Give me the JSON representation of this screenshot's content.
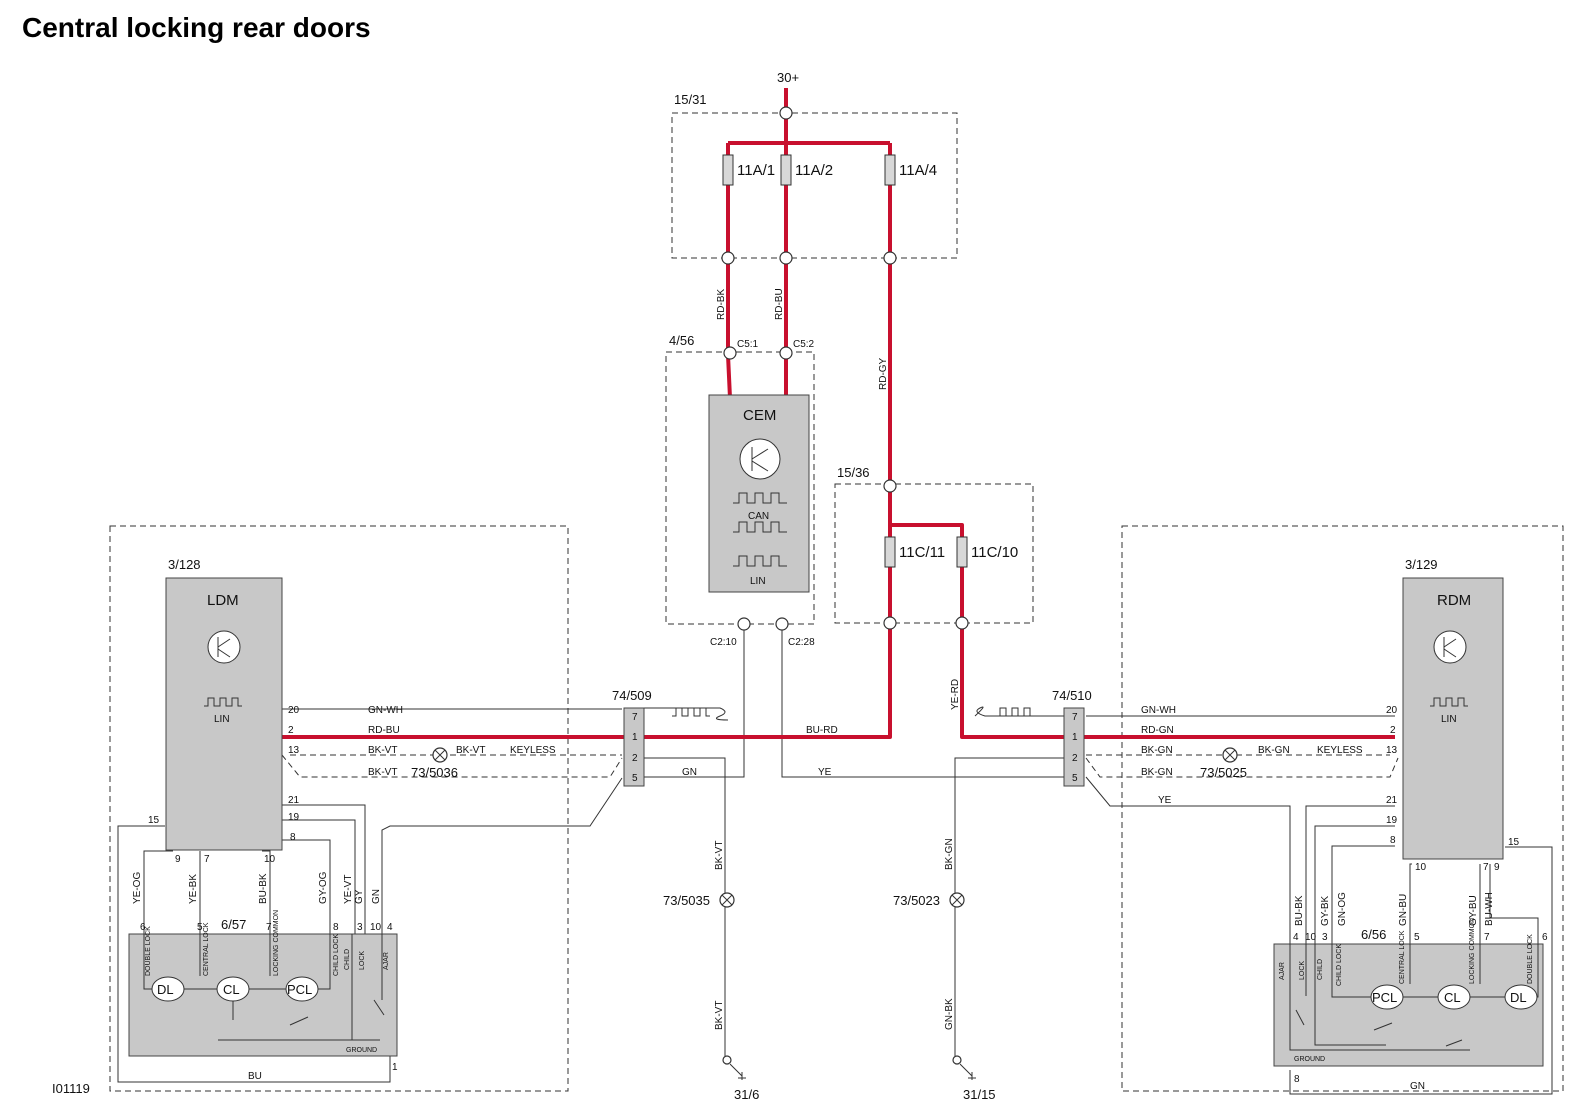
{
  "title": "Central locking rear doors",
  "diagram_id": "I01119",
  "supply": {
    "label": "30+",
    "box": "15/31",
    "fuses": [
      "11A/1",
      "11A/2",
      "11A/4"
    ]
  },
  "cem": {
    "box": "4/56",
    "name": "CEM",
    "can": "CAN",
    "lin": "LIN",
    "pins": [
      "C5:1",
      "C5:2",
      "C2:10",
      "C2:28"
    ]
  },
  "fusebox2": {
    "box": "15/36",
    "fuses": [
      "11C/11",
      "11C/10"
    ]
  },
  "ldm": {
    "box": "3/128",
    "name": "LDM",
    "lin": "LIN",
    "pins": [
      "20",
      "2",
      "13",
      "21",
      "19",
      "8",
      "15",
      "9",
      "7",
      "10"
    ]
  },
  "rdm": {
    "box": "3/129",
    "name": "RDM",
    "lin": "LIN",
    "pins": [
      "20",
      "2",
      "13",
      "21",
      "19",
      "8",
      "15",
      "10",
      "7",
      "9"
    ]
  },
  "connector_left": {
    "name": "74/509",
    "pins": [
      "7",
      "1",
      "2",
      "5"
    ]
  },
  "connector_right": {
    "name": "74/510",
    "pins": [
      "7",
      "1",
      "2",
      "5"
    ]
  },
  "wires": {
    "rd_bk": "RD-BK",
    "rd_bu": "RD-BU",
    "rd_gy": "RD-GY",
    "bu_rd": "BU-RD",
    "ye_rd": "YE-RD",
    "gn_wh": "GN-WH",
    "rd_gn": "RD-GN",
    "bk_vt": "BK-VT",
    "bk_gn": "BK-GN",
    "gn": "GN",
    "ye": "YE",
    "ye_og": "YE-OG",
    "ye_bk": "YE-BK",
    "bu_bk": "BU-BK",
    "gy_og": "GY-OG",
    "ye_vt": "YE-VT",
    "gy": "GY",
    "bu": "BU",
    "gy_bk": "GY-BK",
    "gn_og": "GN-OG",
    "gn_bu": "GN-BU",
    "gy_bu": "GY-BU",
    "bu_wh": "BU-WH",
    "gn_bk": "GN-BK",
    "keyless": "KEYLESS"
  },
  "splices": [
    "73/5036",
    "73/5025",
    "73/5035",
    "73/5023"
  ],
  "grounds": [
    "31/6",
    "31/15"
  ],
  "lock_left": {
    "box": "6/57",
    "motors": [
      "DL",
      "CL",
      "PCL"
    ],
    "labels": [
      "DOUBLE LOCK",
      "CENTRAL LOCK",
      "LOCKING COMMON",
      "CHILD LOCK",
      "CHILD",
      "LOCK",
      "AJAR",
      "GROUND"
    ],
    "pins": [
      "6",
      "5",
      "7",
      "8",
      "3",
      "10",
      "4",
      "1"
    ]
  },
  "lock_right": {
    "box": "6/56",
    "motors": [
      "PCL",
      "CL",
      "DL"
    ],
    "labels": [
      "AJAR",
      "LOCK",
      "CHILD",
      "CHILD LOCK",
      "CENTRAL LOCK",
      "LOCKING COMMON",
      "DOUBLE LOCK",
      "GROUND"
    ],
    "pins": [
      "4",
      "10",
      "3",
      "5",
      "7",
      "6",
      "8"
    ]
  },
  "colors": {
    "power": "#c8102e",
    "module": "#c8c8c8"
  }
}
